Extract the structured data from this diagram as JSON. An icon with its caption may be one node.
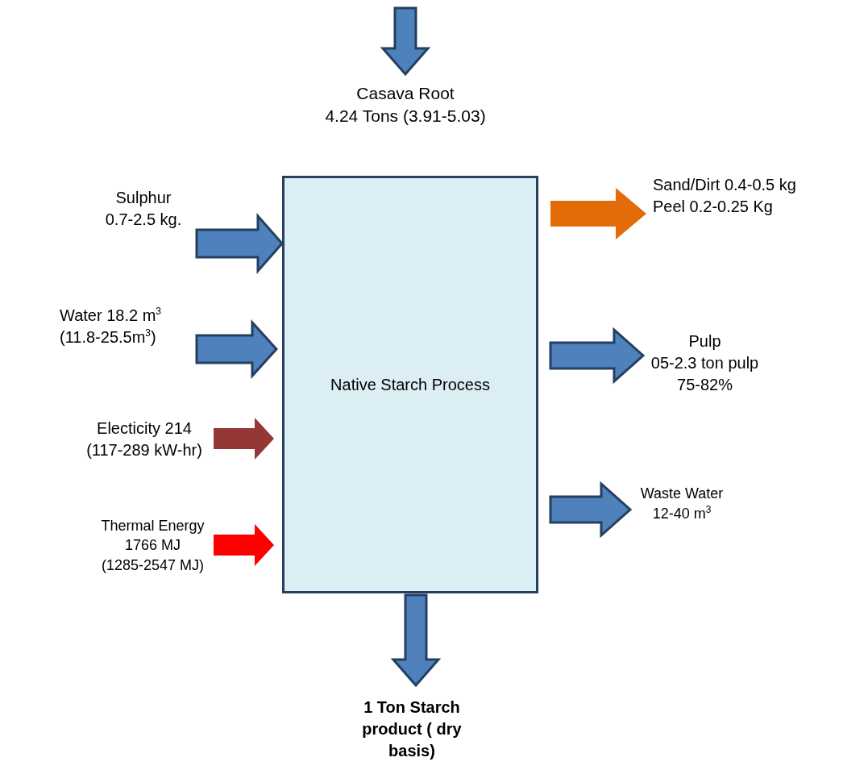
{
  "diagram": {
    "nodes": [
      {
        "text": [
          "Native Starch Process"
        ]
      },
      {
        "text": [
          "Casava Root",
          "4.24 Tons (3.91-5.03)"
        ]
      },
      {
        "text": [
          "Sulphur",
          "0.7-2.5 kg."
        ]
      },
      {
        "text": [
          "Water 18.2 m$^{3}$ (11.8-25.5m$^{3}$)"
        ]
      },
      {
        "text": [
          "Electicity 214",
          "(117-289 kW-hr)"
        ]
      },
      {
        "text": [
          "Thermal Energy",
          "1766 MJ",
          "(1285-2547 MJ)"
        ]
      },
      {
        "text": [
          "Sand/Dirt 0.4-0.5 kg Peel 0.2-0.25 Kg"
        ]
      },
      {
        "text": [
          "Pulp",
          "05-2.3 ton pulp",
          "75-82%"
        ]
      },
      {
        "text": [
          "Waste Water",
          "12-40 m$^{3}$"
        ]
      },
      {
        "text": [
          "1 Ton Starch product ( dry basis)"
        ]
      }
    ],
    "edges": [
      {
        "from": null,
        "to": 1,
        "arrow": "to"
      },
      {
        "from": 2,
        "to": 0,
        "arrow": "to"
      },
      {
        "from": 3,
        "to": 0,
        "arrow": "to"
      },
      {
        "from": 4,
        "to": 0,
        "arrow": "to",
        "color": "#953735"
      },
      {
        "from": 5,
        "to": 0,
        "arrow": "to",
        "color": "#ff0000"
      },
      {
        "from": 0,
        "to": 6,
        "arrow": "to",
        "color": "#e36c09"
      },
      {
        "from": 0,
        "to": 7,
        "arrow": "to"
      },
      {
        "from": 0,
        "to": 8,
        "arrow": "to"
      },
      {
        "from": 0,
        "to": 9,
        "arrow": "to"
      }
    ]
  }
}
